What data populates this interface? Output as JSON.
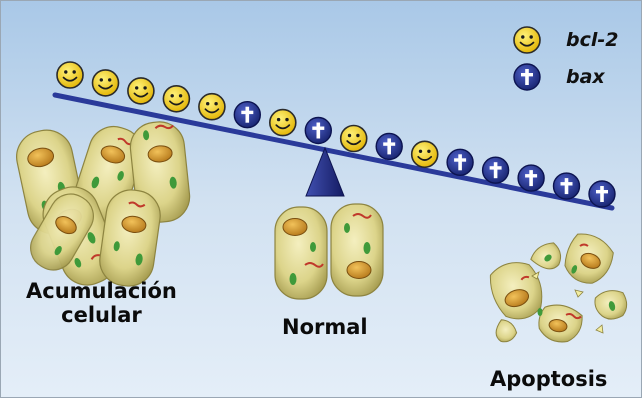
{
  "legend": {
    "items": [
      {
        "icon": "smiley-face-icon",
        "label": "bcl-2",
        "color": "#f6d11a"
      },
      {
        "icon": "cross-circle-icon",
        "label": "bax",
        "color": "#1f2f8c"
      }
    ]
  },
  "balance": {
    "sequence": [
      "bcl2",
      "bcl2",
      "bcl2",
      "bcl2",
      "bcl2",
      "bax",
      "bcl2",
      "bax",
      "bcl2",
      "bax",
      "bcl2",
      "bax",
      "bax",
      "bax",
      "bax",
      "bax"
    ],
    "beam_color": "#2a3a9a",
    "fulcrum_color": "#1c2580"
  },
  "labels": {
    "accumulation": "Acumulación\ncelular",
    "normal": "Normal",
    "apoptosis": "Apoptosis"
  },
  "colors": {
    "cell_body": "#dcd48a",
    "nucleus": "#d09a28",
    "organelle_green": "#3f9a3a",
    "organelle_red": "#c0392b"
  }
}
